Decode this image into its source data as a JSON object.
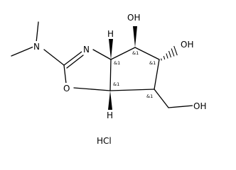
{
  "molecule": {
    "atoms": {
      "n_dimethyl": "N",
      "n_ring": "N",
      "o_ring": "O",
      "oh_top": "OH",
      "oh_right": "OH",
      "oh_ch2": "OH",
      "h_top": "H",
      "h_bottom": "H"
    },
    "stereo_labels": {
      "c3a": "&1",
      "c4": "&1",
      "c5": "&1",
      "c6": "&1",
      "c6a": "&1"
    },
    "salt": "HCl"
  }
}
